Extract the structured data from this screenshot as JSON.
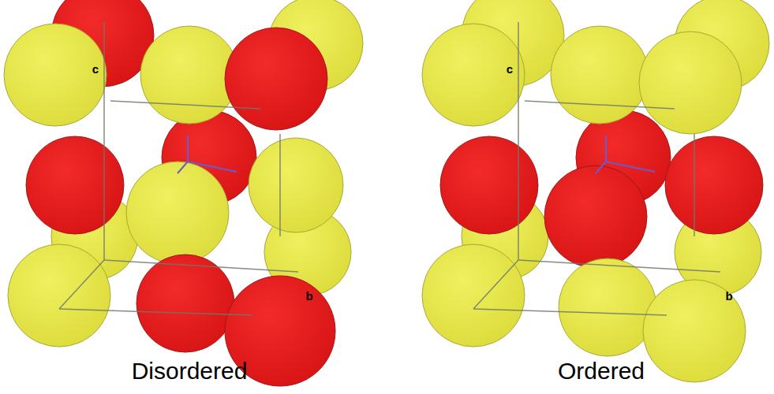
{
  "diagram": {
    "labels": [
      "c",
      "b",
      "Disordered",
      "c",
      "b",
      "Ordered"
    ]
  }
}
